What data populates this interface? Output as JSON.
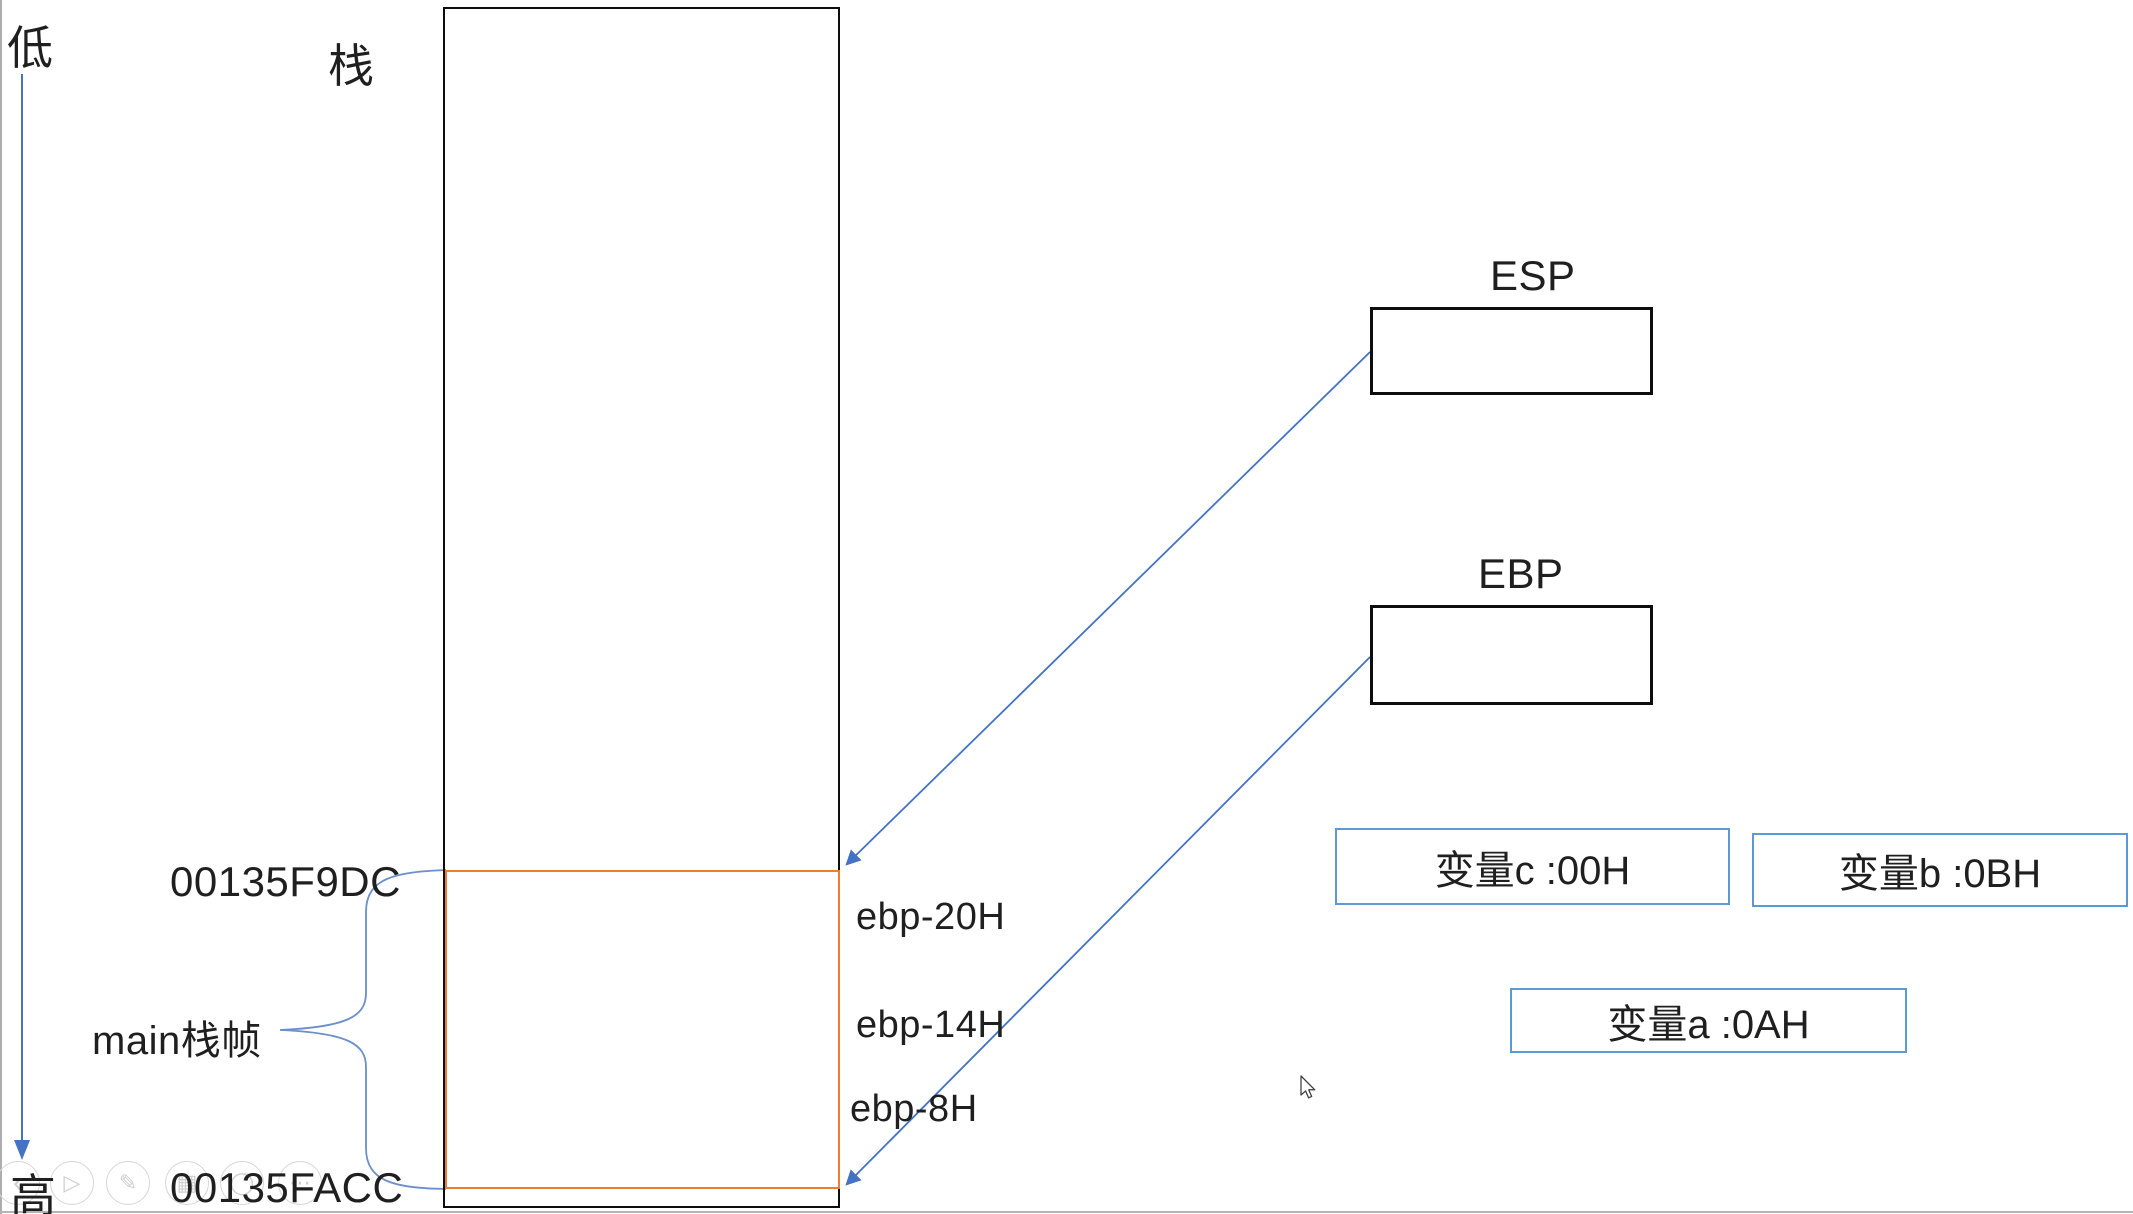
{
  "labels": {
    "mem_low": "低",
    "mem_high": "高",
    "stack_title": "栈",
    "main_frame": "main栈帧"
  },
  "addresses": {
    "frame_top": "00135F9DC",
    "frame_bottom": "00135FACC"
  },
  "offsets": [
    {
      "label": "ebp-20H"
    },
    {
      "label": "ebp-14H"
    },
    {
      "label": "ebp-8H"
    }
  ],
  "registers": {
    "esp": "ESP",
    "ebp": "EBP"
  },
  "variables": [
    {
      "label": "变量c :00H"
    },
    {
      "label": "变量b :0BH"
    },
    {
      "label": "变量a :0AH"
    }
  ],
  "colors": {
    "arrow_blue": "#4472C4",
    "brace_blue": "#6a8fc9",
    "var_box_border": "#5B9BD5",
    "frame_orange": "#ED7D31",
    "box_black": "#0d0d0d"
  },
  "media_controls": [
    {
      "name": "chevron-left-icon",
      "glyph": "‹"
    },
    {
      "name": "play-icon",
      "glyph": "▷"
    },
    {
      "name": "pencil-icon",
      "glyph": "✎"
    },
    {
      "name": "grid-icon",
      "glyph": "▦"
    },
    {
      "name": "record-icon",
      "glyph": "◯"
    },
    {
      "name": "ellipsis-icon",
      "glyph": "⋯"
    }
  ]
}
